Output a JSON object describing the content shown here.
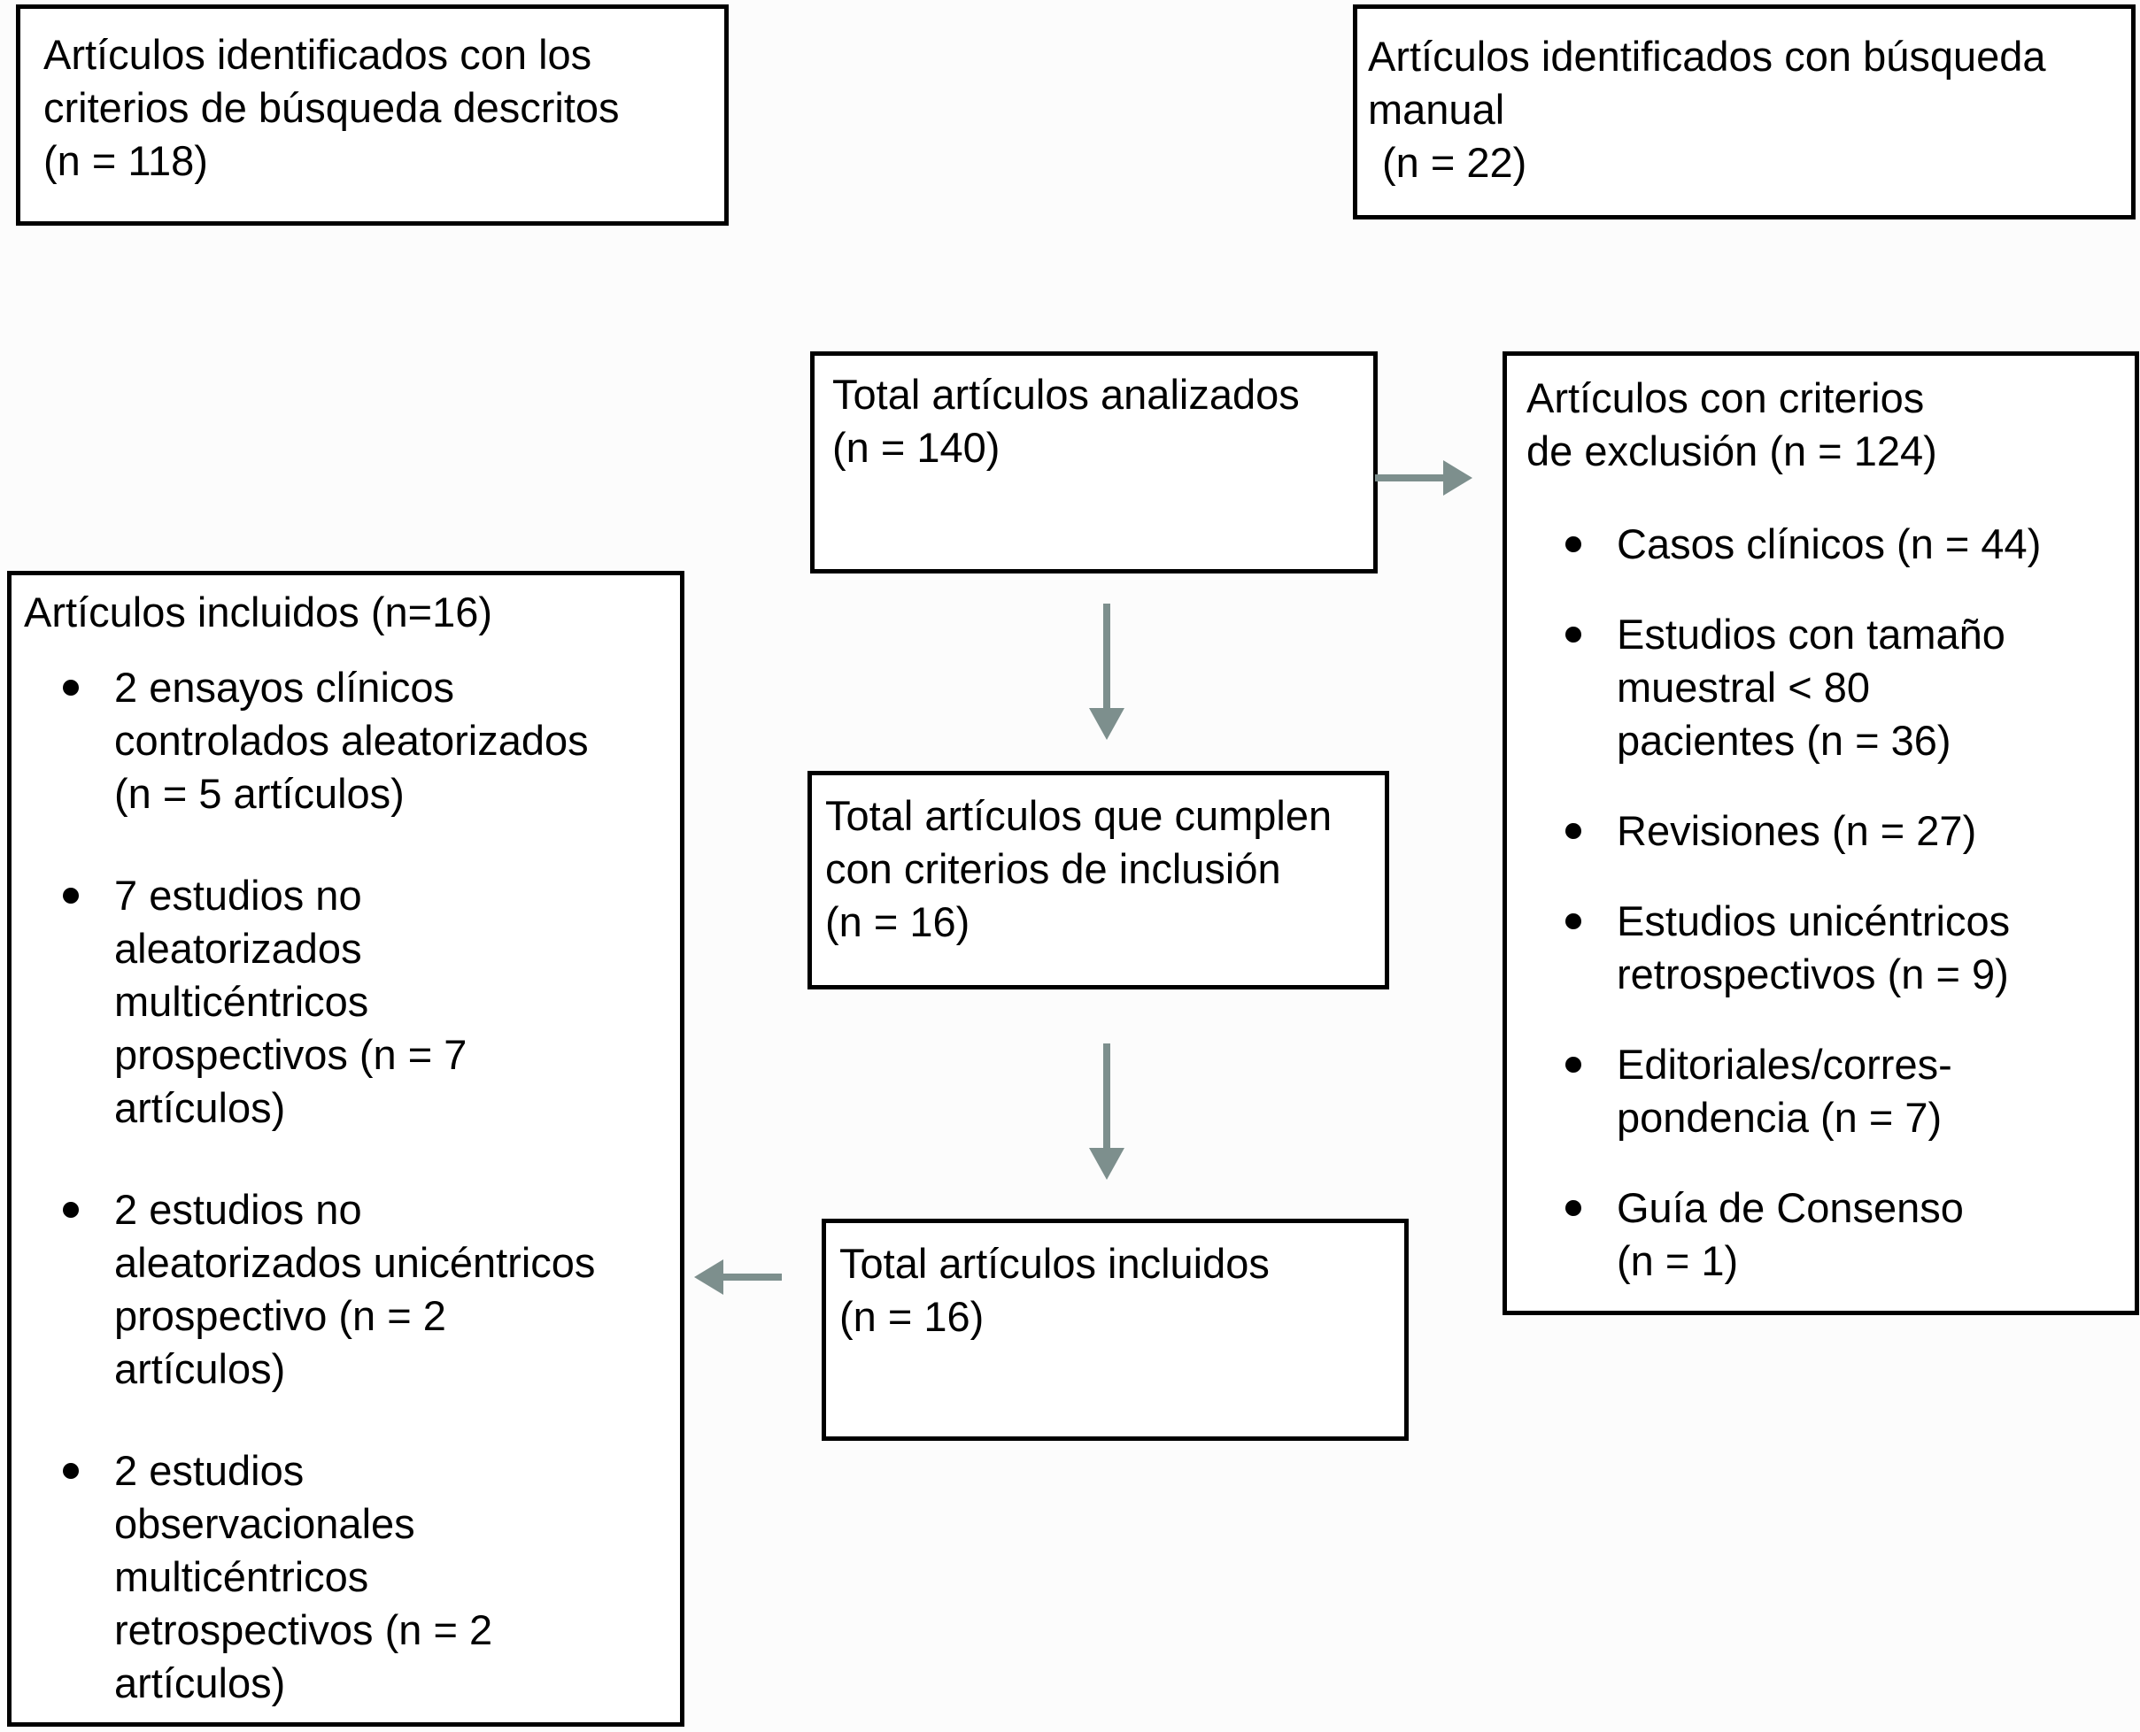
{
  "diagram": {
    "type": "prisma-flow",
    "colors": {
      "arrow": "#7D8F8D",
      "box_border": "#000000",
      "box_background": "#FFFFFF",
      "page_background": "#FCFCFC",
      "text": "#000000",
      "bullet": "#000000"
    },
    "boxes": {
      "identified_search": {
        "text": "Artículos identificados con los\ncriterios de búsqueda descritos",
        "count": "(n = 118)"
      },
      "identified_manual": {
        "text": "Artículos identificados con búsqueda\nmanual",
        "count": "(n = 22)"
      },
      "total_analyzed": {
        "text": "Total artículos analizados",
        "count": "(n = 140)"
      },
      "exclusion": {
        "title": "Artículos con criterios\nde exclusión (n = 124)",
        "items": [
          "Casos clínicos (n = 44)",
          "Estudios con tamaño\nmuestral < 80\npacientes (n = 36)",
          "Revisiones (n = 27)",
          "Estudios unicéntricos\nretrospectivos (n = 9)",
          "Editoriales/corres-\npondencia (n = 7)",
          "Guía de Consenso\n(n = 1)"
        ]
      },
      "meet_inclusion": {
        "text": "Total artículos que cumplen\ncon criterios de inclusión",
        "count": "(n = 16)"
      },
      "total_included": {
        "text": "Total artículos incluidos",
        "count": "(n = 16)"
      },
      "included_detail": {
        "title": "Artículos incluidos (n=16)",
        "items": [
          "2 ensayos clínicos\ncontrolados aleatorizados\n(n = 5 artículos)",
          "7 estudios no\naleatorizados\nmulticéntricos\nprospectivos (n = 7\nartículos)",
          "2 estudios no\naleatorizados unicéntricos\nprospectivo (n = 2\nartículos)",
          "2 estudios\nobservacionales\nmulticéntricos\nretrospectivos (n = 2\nartículos)"
        ]
      }
    }
  }
}
